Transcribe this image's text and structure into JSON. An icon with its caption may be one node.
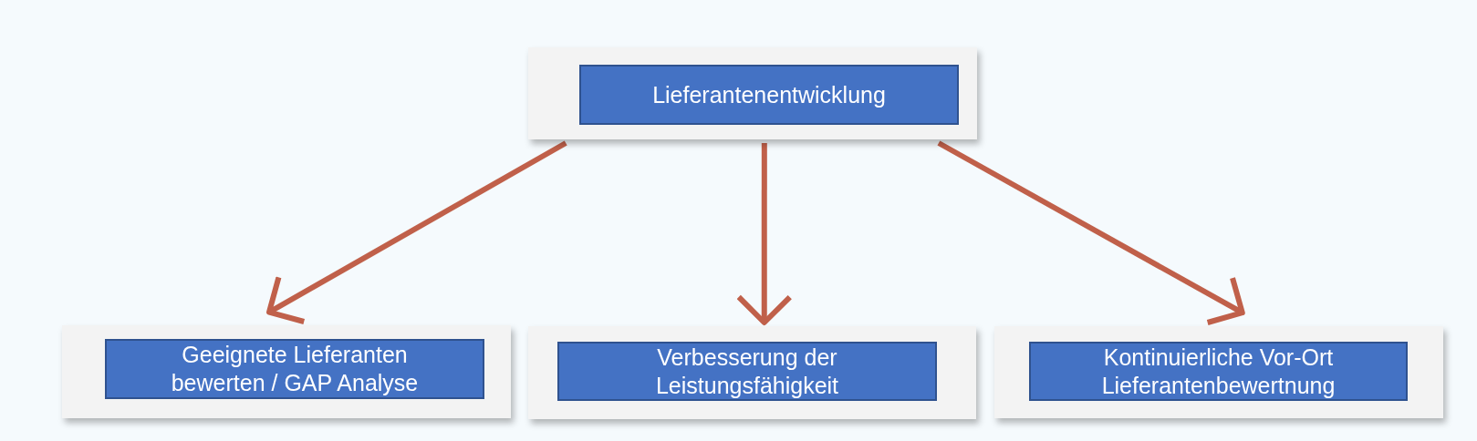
{
  "diagram": {
    "nodes": [
      {
        "text": [],
        "shape": "box"
      },
      {
        "text": [
          "Lieferantenentwicklung"
        ],
        "in": 0
      },
      {
        "text": [],
        "shape": "box"
      },
      {
        "text": [
          "Geeignete Lieferanten bewerten / GAP Analyse"
        ],
        "in": 2
      },
      {
        "text": [],
        "shape": "box"
      },
      {
        "text": [
          "Verbesserung der Leistungsfähigkeit"
        ],
        "in": 4
      },
      {
        "text": [],
        "shape": "box"
      },
      {
        "text": [
          "Kontinuierliche Vor-Ort Lieferantenbewertnung"
        ],
        "in": 6
      }
    ],
    "edges": [
      {
        "from": 0,
        "to": 2,
        "arrow": "to"
      },
      {
        "from": 0,
        "to": 4,
        "arrow": "to"
      },
      {
        "from": 0,
        "to": 6,
        "arrow": "to"
      }
    ]
  }
}
